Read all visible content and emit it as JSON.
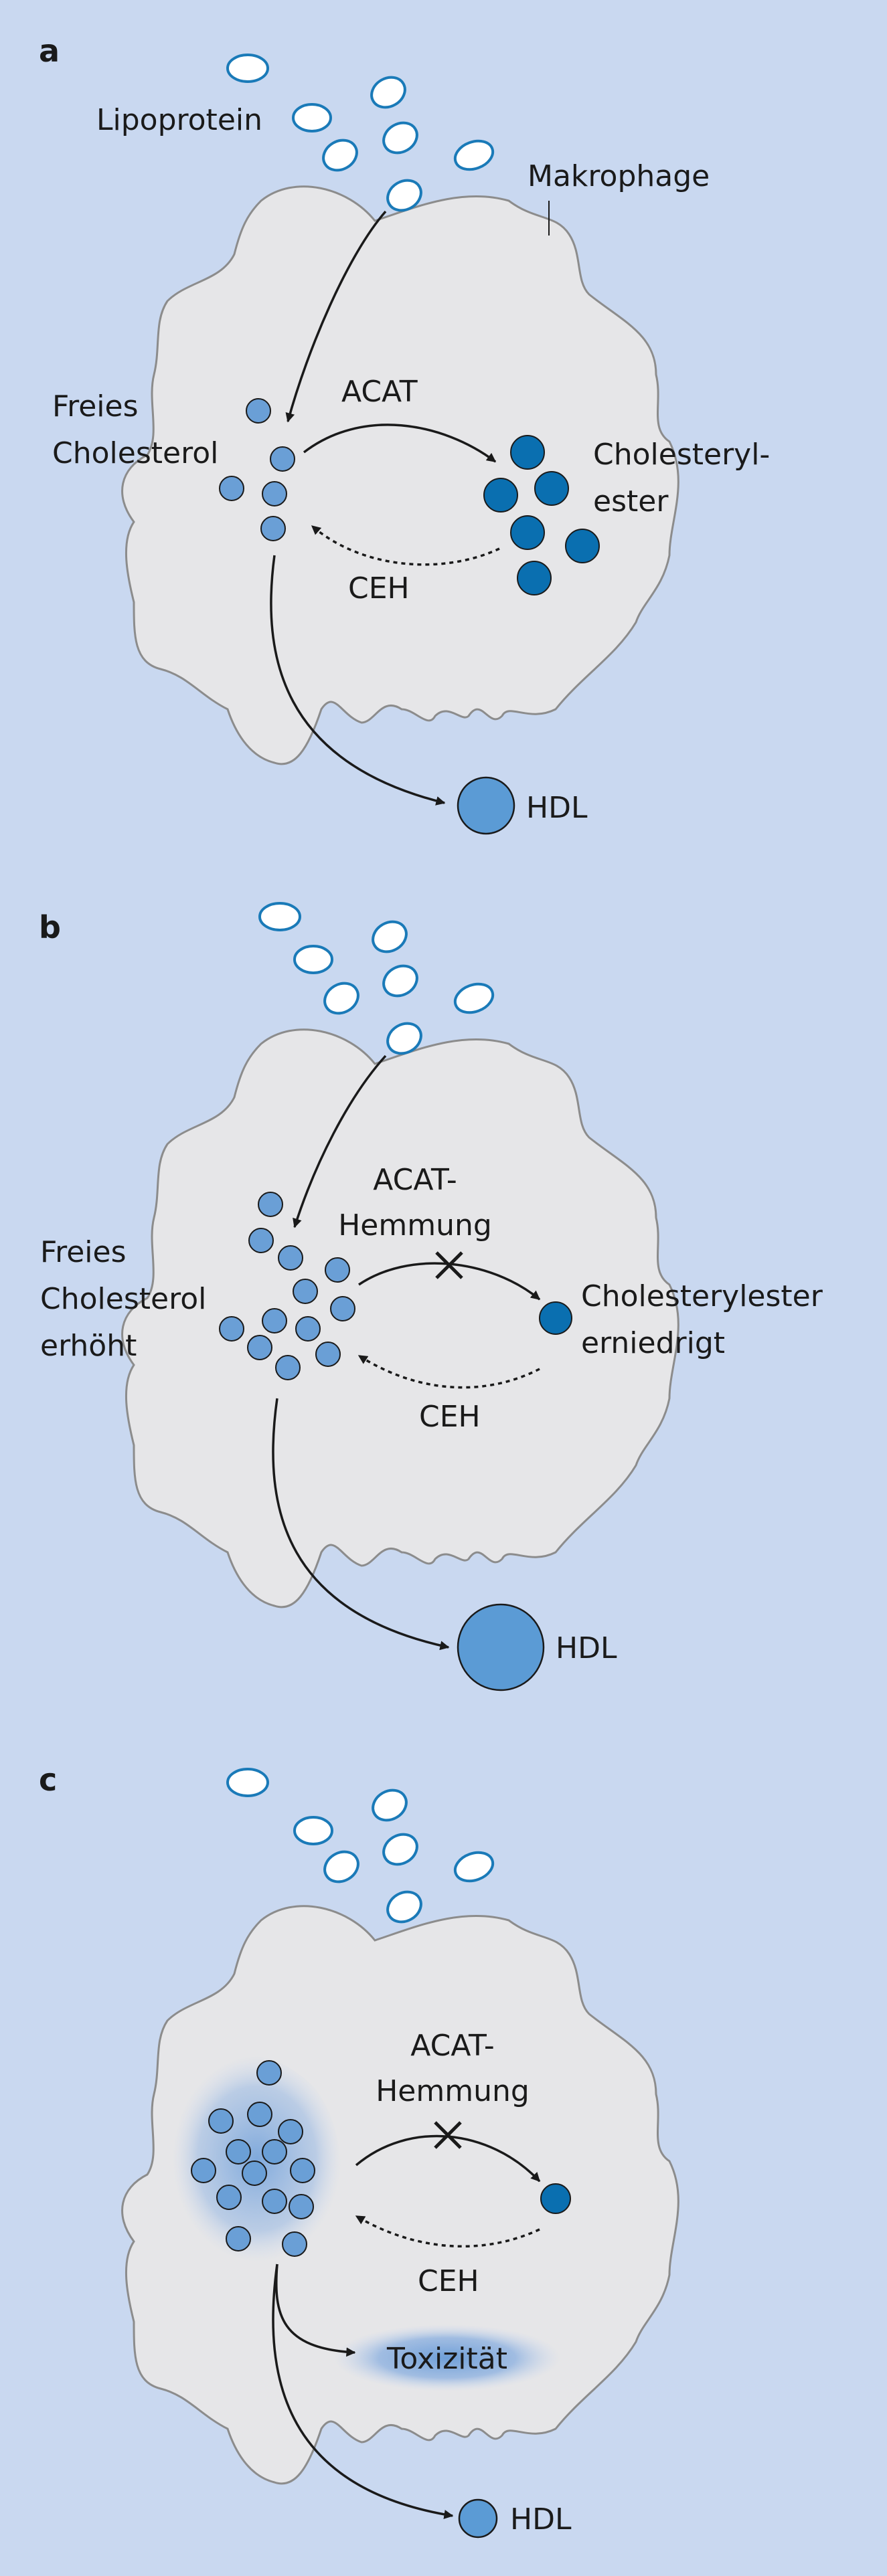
{
  "colors": {
    "background": "#c9d8f0",
    "cell_fill": "#e6e6e8",
    "cell_stroke": "#8c8c8c",
    "free_cholesterol": "#6a9fd6",
    "cholesteryl_ester": "#0a6fb0",
    "lipoprotein_stroke": "#1a7ab8",
    "hdl": "#5b9bd5"
  },
  "panels": [
    {
      "letter": "a",
      "lipoprotein_label": "Lipoprotein",
      "macrophage_label": "Makrophage",
      "free_cholesterol_line1": "Freies",
      "free_cholesterol_line2": "Cholesterol",
      "acat_label": "ACAT",
      "ester_line1": "Cholesteryl-",
      "ester_line2": "ester",
      "ceh_label": "CEH",
      "hdl_label": "HDL"
    },
    {
      "letter": "b",
      "free_cholesterol_line1": "Freies",
      "free_cholesterol_line2": "Cholesterol",
      "free_cholesterol_line3": "erhöht",
      "acat_line1": "ACAT-",
      "acat_line2": "Hemmung",
      "ester_line1": "Cholesterylester",
      "ester_line2": "erniedrigt",
      "ceh_label": "CEH",
      "hdl_label": "HDL"
    },
    {
      "letter": "c",
      "acat_line1": "ACAT-",
      "acat_line2": "Hemmung",
      "ceh_label": "CEH",
      "toxicity_label": "Toxizität",
      "hdl_label": "HDL"
    }
  ]
}
